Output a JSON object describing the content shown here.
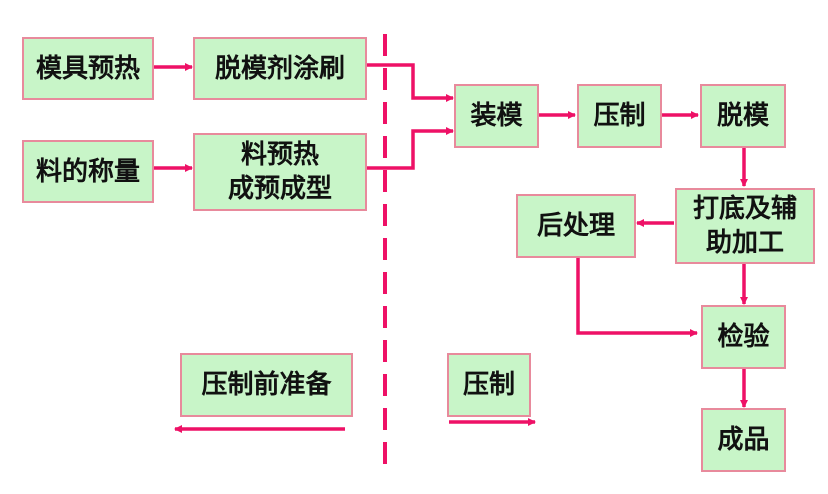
{
  "colors": {
    "box_fill": "#c8f5c8",
    "box_border": "#e88a9c",
    "arrow": "#ee1166",
    "divider": "#ee1166"
  },
  "boxes": {
    "mold_preheat": "模具预热",
    "release_agent": "脱模剂涂刷",
    "weighing": "料的称量",
    "material_preheat": "料预热\n成预成型",
    "loading": "装模",
    "pressing": "压制",
    "demolding": "脱模",
    "finishing": "打底及辅\n助加工",
    "post_treatment": "后处理",
    "inspection": "检验",
    "product": "成品"
  },
  "legend": {
    "pre_press_label": "压制前准备",
    "press_label": "压制"
  }
}
